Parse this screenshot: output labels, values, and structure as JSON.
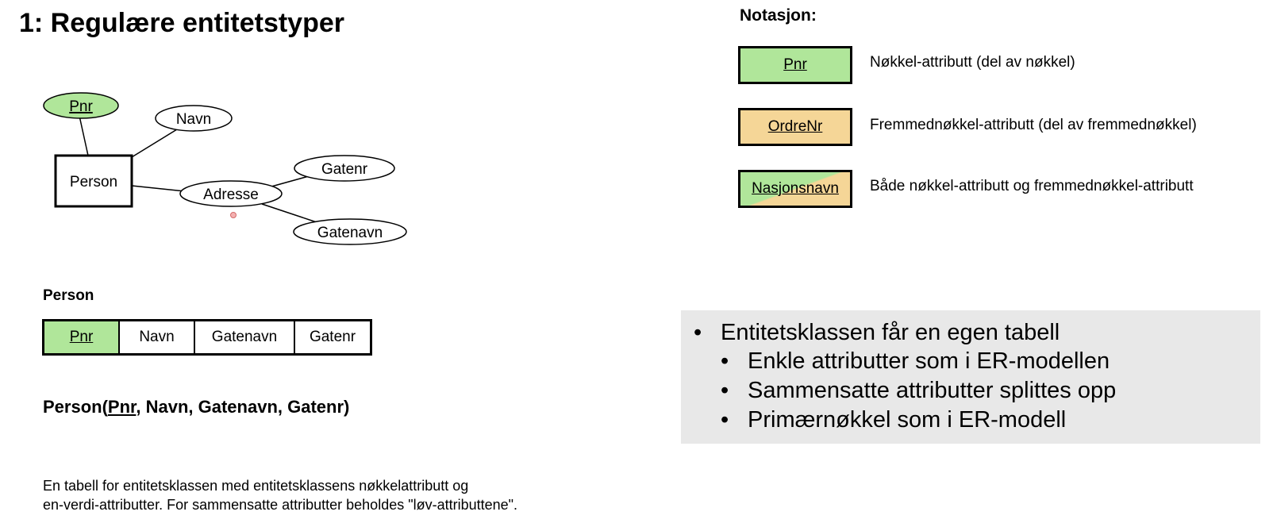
{
  "title": "1: Regulære entitetstyper",
  "er": {
    "entity": "Person",
    "key_attribute": "Pnr",
    "attributes": [
      "Navn",
      "Adresse",
      "Gatenr",
      "Gatenavn"
    ],
    "colors": {
      "key": "#b0e69a",
      "foreign": "#f5d697"
    }
  },
  "table": {
    "caption": "Person",
    "columns": [
      {
        "label": "Pnr",
        "key": true
      },
      {
        "label": "Navn",
        "key": false
      },
      {
        "label": "Gatenavn",
        "key": false
      },
      {
        "label": "Gatenr",
        "key": false
      }
    ]
  },
  "schema": {
    "name": "Person(",
    "key": "Pnr",
    "rest": ", Navn, Gatenavn, Gatenr)"
  },
  "description": {
    "line1": "En tabell for entitetsklassen med entitetsklassens nøkkelattributt og",
    "line2": "en-verdi-attributter. For sammensatte attributter beholdes \"løv-attributtene\"."
  },
  "notation": {
    "title": "Notasjon:",
    "items": [
      {
        "box": "Pnr",
        "text": "Nøkkel-attributt (del av nøkkel)"
      },
      {
        "box": "OrdreNr",
        "text": "Fremmednøkkel-attributt (del av fremmednøkkel)"
      },
      {
        "box": "Nasjonsnavn",
        "text": "Både nøkkel-attributt og fremmednøkkel-attributt"
      }
    ]
  },
  "bullets": {
    "main": "Entitetsklassen får en egen tabell",
    "sub": [
      "Enkle attributter som i ER-modellen",
      "Sammensatte attributter splittes opp",
      "Primærnøkkel som i ER-modell"
    ],
    "marker": "•"
  }
}
